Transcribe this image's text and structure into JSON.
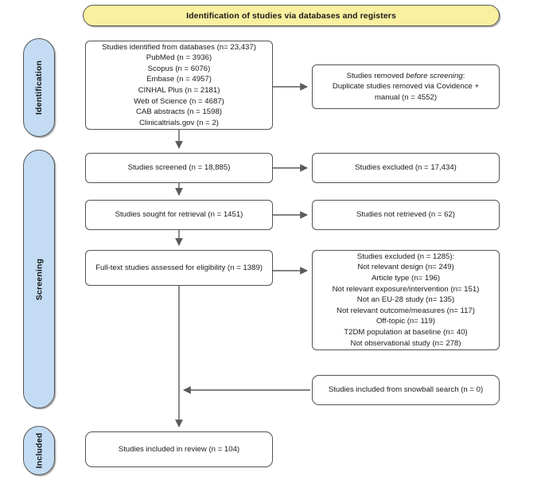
{
  "banner": {
    "title": "Identification of studies via databases and registers",
    "fill_color": "#faf0a0",
    "border_color": "#565656"
  },
  "stages": [
    {
      "id": "identification",
      "label": "Identification",
      "fill_color": "#c3dcf4"
    },
    {
      "id": "screening",
      "label": "Screening",
      "fill_color": "#c3dcf4"
    },
    {
      "id": "included",
      "label": "Included",
      "fill_color": "#c3dcf4"
    }
  ],
  "nodes": {
    "identified": {
      "heading": "Studies identified from databases (n= 23,437)",
      "sources": [
        "PubMed (n = 3936)",
        "Scopus (n = 6076)",
        "Embase (n = 4957)",
        "CINHAL Plus (n = 2181)",
        "Web of Science (n = 4687)",
        "CAB abstracts (n = 1598)",
        "Clinicaltrials.gov (n = 2)"
      ],
      "text": "Studies identified from databases (n= 23,437)\nPubMed (n = 3936)\nScopus (n = 6076)\nEmbase (n = 4957)\nCINHAL Plus (n = 2181)\nWeb of Science (n = 4687)\nCAB abstracts (n = 1598)\nClinicaltrials.gov (n = 2)"
    },
    "removed": {
      "line1_prefix": "Studies removed ",
      "line1_italic": "before screening",
      "line1_suffix": ":",
      "line2": "Duplicate studies removed via Covidence +",
      "line3": "manual (n = 4552)"
    },
    "screened": {
      "text": "Studies screened (n = 18,885)"
    },
    "excluded_screen": {
      "text": "Studies excluded (n = 17,434)"
    },
    "sought": {
      "text": "Studies sought for retrieval (n = 1451)"
    },
    "not_retrieved": {
      "text": "Studies not retrieved (n = 62)"
    },
    "fulltext": {
      "text": "Full-text studies assessed for eligibility (n = 1389)"
    },
    "excluded_reasons": {
      "heading": "Studies excluded (n = 1285):",
      "reasons": [
        "Not relevant design (n= 249)",
        "Article type (n= 196)",
        "Not relevant exposure/intervention (n= 151)",
        "Not an EU-28 study (n= 135)",
        "Not relevant outcome/measures (n= 117)",
        "Off-topic (n= 119)",
        "T2DM population at baseline (n= 40)",
        "Not observational study (n= 278)"
      ],
      "text": "Studies excluded (n = 1285):\nNot relevant design (n= 249)\nArticle type (n= 196)\nNot relevant exposure/intervention (n= 151)\nNot an EU-28 study (n= 135)\nNot relevant outcome/measures (n= 117)\nOff-topic (n= 119)\nT2DM population at baseline (n= 40)\nNot observational study (n= 278)"
    },
    "snowball": {
      "text": "Studies included from snowball search (n = 0)"
    },
    "included_review": {
      "text": "Studies included in review  (n = 104)"
    }
  },
  "chart_data": {
    "type": "diagram",
    "title": "Identification of studies via databases and registers",
    "diagram_kind": "PRISMA flow diagram",
    "stages": [
      "Identification",
      "Screening",
      "Included"
    ],
    "counts": {
      "records_identified_total": 23437,
      "databases": {
        "PubMed": 3936,
        "Scopus": 6076,
        "Embase": 4957,
        "CINHAL Plus": 2181,
        "Web of Science": 4687,
        "CAB abstracts": 1598,
        "Clinicaltrials.gov": 2
      },
      "duplicates_removed_before_screening": 4552,
      "studies_screened": 18885,
      "studies_excluded_at_screening": 17434,
      "studies_sought_for_retrieval": 1451,
      "studies_not_retrieved": 62,
      "fulltext_assessed_for_eligibility": 1389,
      "fulltext_excluded_total": 1285,
      "fulltext_exclusion_reasons": {
        "Not relevant design": 249,
        "Article type": 196,
        "Not relevant exposure/intervention": 151,
        "Not an EU-28 study": 135,
        "Not relevant outcome/measures": 117,
        "Off-topic": 119,
        "T2DM population at baseline": 40,
        "Not observational study": 278
      },
      "included_from_snowball_search": 0,
      "studies_included_in_review": 104
    }
  }
}
